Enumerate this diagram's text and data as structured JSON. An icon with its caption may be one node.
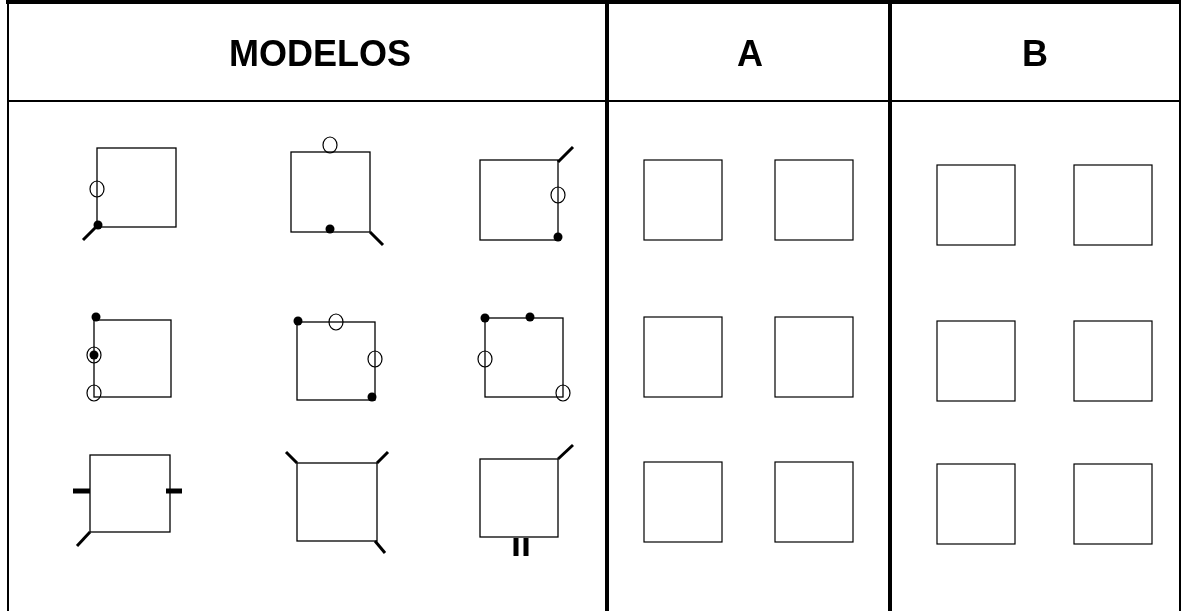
{
  "diagram": {
    "labels": [
      "MODELOS",
      "A",
      "B"
    ]
  }
}
